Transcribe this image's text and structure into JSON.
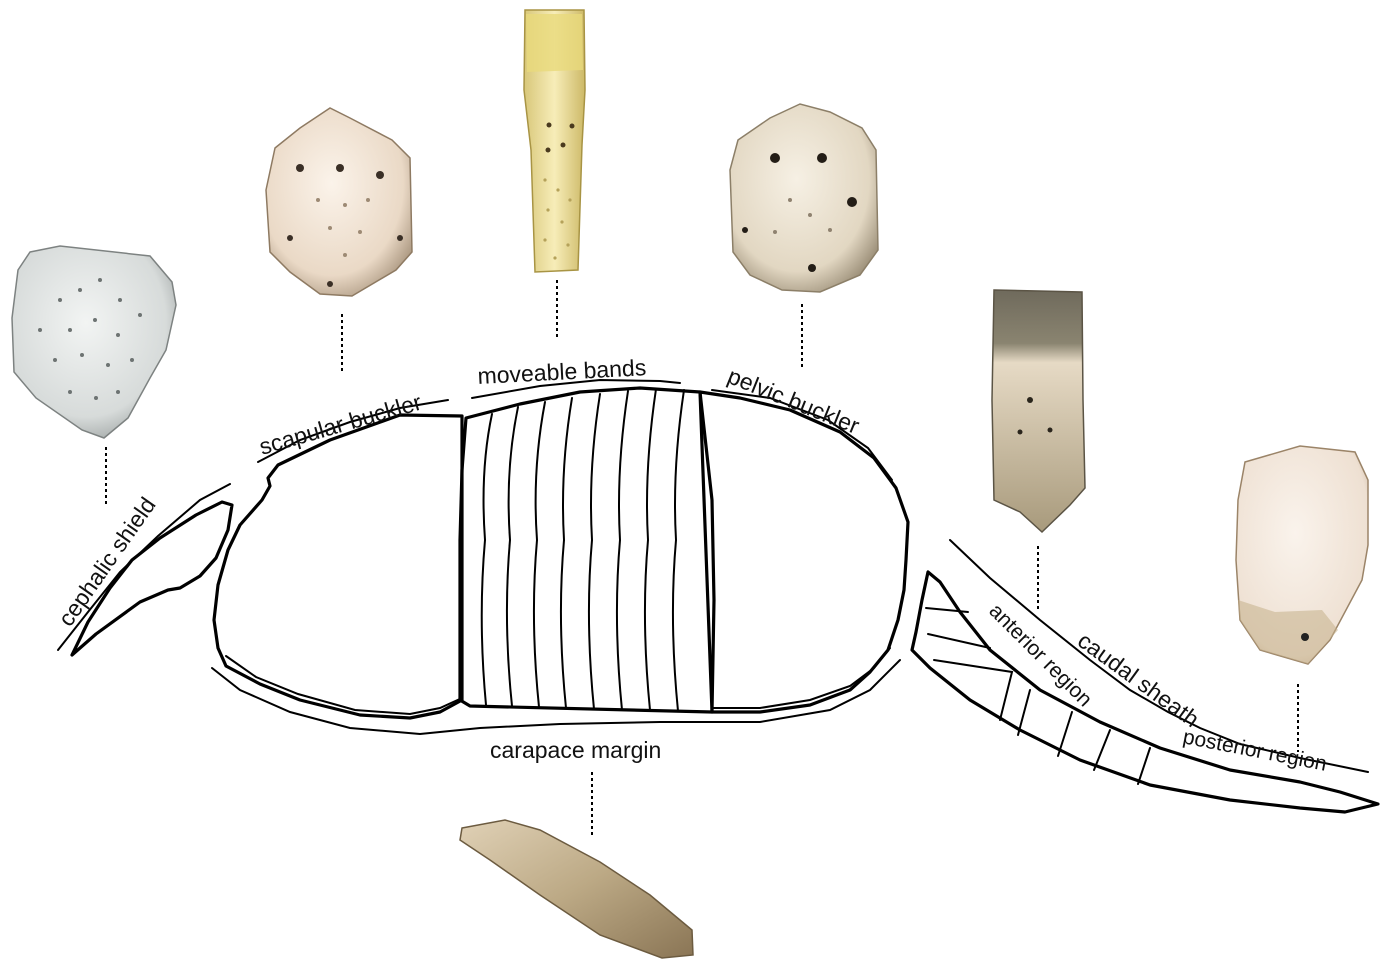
{
  "labels": {
    "cephalic_shield": "cephalic shield",
    "scapular_buckler": "scapular buckler",
    "moveable_bands": "moveable bands",
    "pelvic_buckler": "pelvic buckler",
    "carapace_margin": "carapace margin",
    "caudal_sheath": "caudal sheath",
    "anterior_region": "anterior region",
    "posterior_region": "posterior region"
  },
  "colors": {
    "outline": "#000000",
    "osteoderm_gray": "#d9dcdc",
    "osteoderm_cream": "#eee1d0",
    "osteoderm_yellow": "#f4e7a8",
    "osteoderm_beige": "#e6dccb",
    "osteoderm_dark": "#b9ac8f",
    "osteoderm_white": "#f1e7dc",
    "osteoderm_tan": "#c9b79a"
  }
}
